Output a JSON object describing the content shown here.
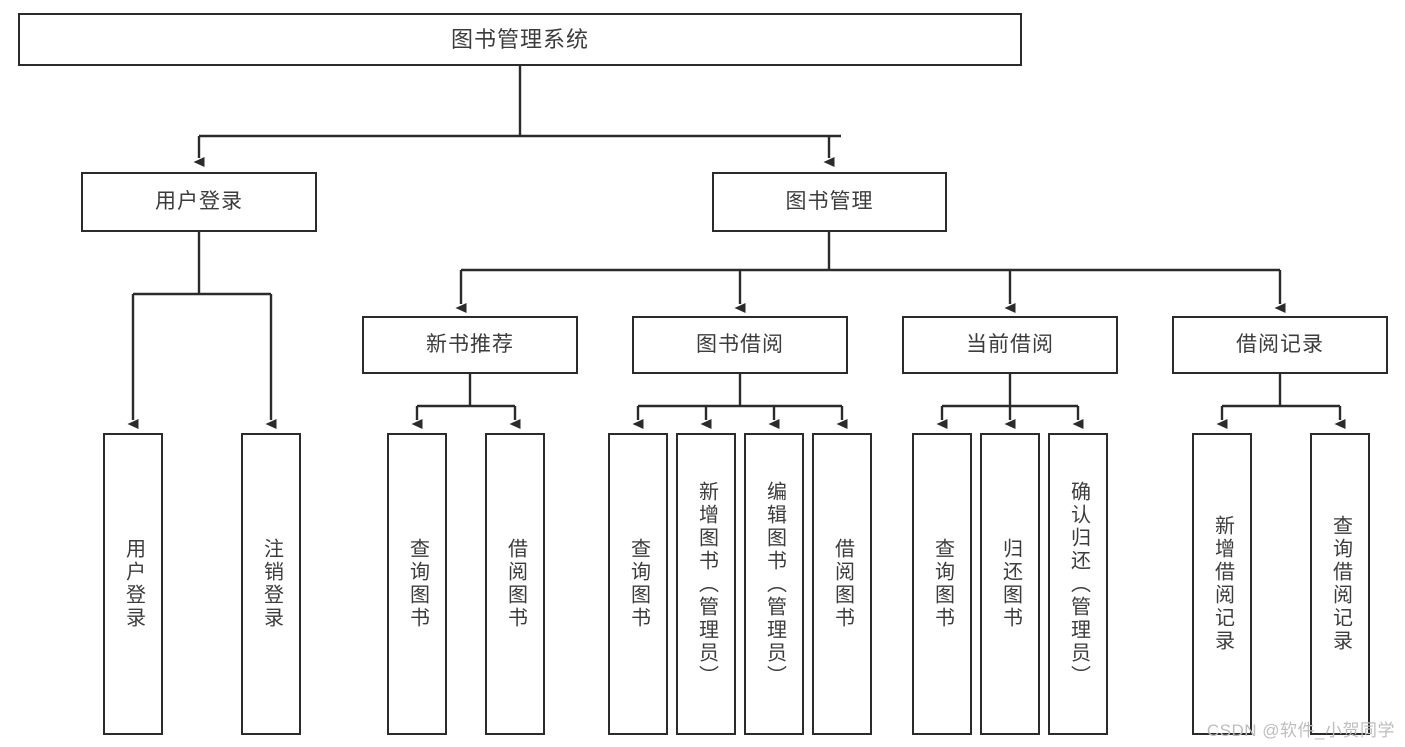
{
  "diagram": {
    "title": "图书管理系统",
    "type": "hierarchy-tree",
    "stroke_color": "#2b2b2b",
    "text_color": "#3c3c3c",
    "background_color": "#ffffff",
    "levels": [
      {
        "level": 1,
        "nodes": [
          {
            "id": "root",
            "label": "图书管理系统",
            "orientation": "horizontal"
          }
        ]
      },
      {
        "level": 2,
        "nodes": [
          {
            "id": "user-login",
            "label": "用户登录",
            "orientation": "horizontal"
          },
          {
            "id": "book-manage",
            "label": "图书管理",
            "orientation": "horizontal"
          }
        ]
      },
      {
        "level": 3,
        "nodes": [
          {
            "id": "new-book-rec",
            "label": "新书推荐",
            "orientation": "horizontal"
          },
          {
            "id": "book-borrow",
            "label": "图书借阅",
            "orientation": "horizontal"
          },
          {
            "id": "current-borrow",
            "label": "当前借阅",
            "orientation": "horizontal"
          },
          {
            "id": "borrow-record",
            "label": "借阅记录",
            "orientation": "horizontal"
          }
        ]
      },
      {
        "level": 4,
        "nodes": [
          {
            "id": "leaf-user-login",
            "label": "用户登录",
            "orientation": "vertical"
          },
          {
            "id": "leaf-logout",
            "label": "注销登录",
            "orientation": "vertical"
          },
          {
            "id": "leaf-query-book-1",
            "label": "查询图书",
            "orientation": "vertical"
          },
          {
            "id": "leaf-borrow-book-1",
            "label": "借阅图书",
            "orientation": "vertical"
          },
          {
            "id": "leaf-query-book-2",
            "label": "查询图书",
            "orientation": "vertical"
          },
          {
            "id": "leaf-add-book",
            "label": "新增图书（管理员）",
            "orientation": "vertical"
          },
          {
            "id": "leaf-edit-book",
            "label": "编辑图书（管理员）",
            "orientation": "vertical"
          },
          {
            "id": "leaf-borrow-book-2",
            "label": "借阅图书",
            "orientation": "vertical"
          },
          {
            "id": "leaf-query-book-3",
            "label": "查询图书",
            "orientation": "vertical"
          },
          {
            "id": "leaf-return-book",
            "label": "归还图书",
            "orientation": "vertical"
          },
          {
            "id": "leaf-confirm-return",
            "label": "确认归还（管理员）",
            "orientation": "vertical"
          },
          {
            "id": "leaf-add-record",
            "label": "新增借阅记录",
            "orientation": "vertical"
          },
          {
            "id": "leaf-query-record",
            "label": "查询借阅记录",
            "orientation": "vertical"
          }
        ]
      }
    ]
  },
  "watermark": {
    "text": "CSDN @软件_小贺同学"
  }
}
